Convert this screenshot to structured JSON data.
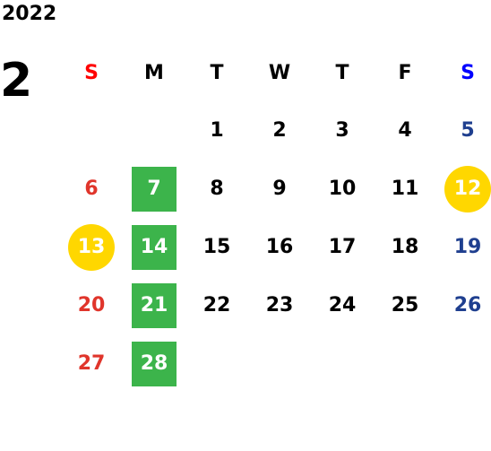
{
  "calendar": {
    "year": "2022",
    "month": "2",
    "weekdays": [
      "S",
      "M",
      "T",
      "W",
      "T",
      "F",
      "S"
    ],
    "weeks": [
      [
        "",
        "",
        "1",
        "2",
        "3",
        "4",
        "5"
      ],
      [
        "6",
        "7",
        "8",
        "9",
        "10",
        "11",
        "12"
      ],
      [
        "13",
        "14",
        "15",
        "16",
        "17",
        "18",
        "19"
      ],
      [
        "20",
        "21",
        "22",
        "23",
        "24",
        "25",
        "26"
      ],
      [
        "27",
        "28",
        "",
        "",
        "",
        "",
        ""
      ]
    ],
    "green_days": [
      "7",
      "14",
      "21",
      "28"
    ],
    "yellow_days": [
      "12",
      "13"
    ]
  },
  "colors": {
    "sunday_header": "#ff0000",
    "saturday_header": "#0000ff",
    "sunday_date": "#e0352b",
    "saturday_date": "#1f3f8f",
    "weekday": "#000000",
    "green": "#3cb44b",
    "yellow": "#ffd700"
  }
}
